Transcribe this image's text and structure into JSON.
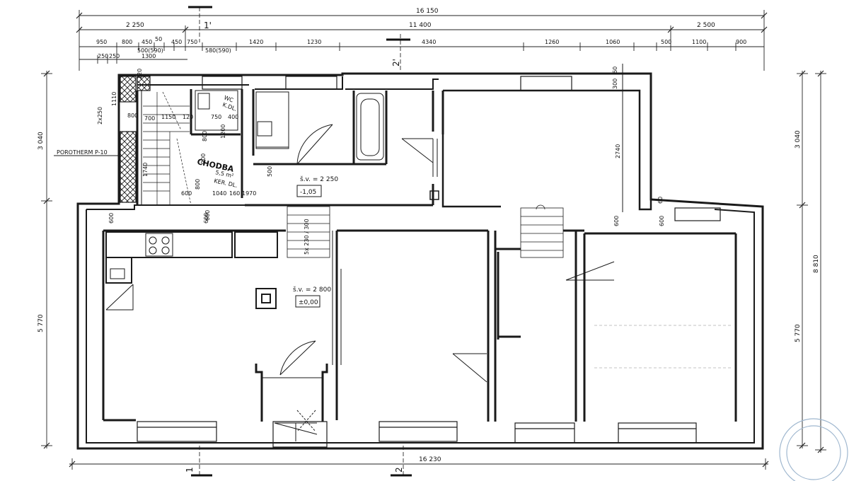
{
  "dimensions": {
    "top_total": "16 150",
    "top_left_group": "2 250",
    "top_middle_group": "11 400",
    "top_right_group": "2 500",
    "top_row3": [
      "950",
      "800",
      "450",
      "50",
      "450",
      "750",
      "1420",
      "1230",
      "4340",
      "1260",
      "1060",
      "500",
      "1100",
      "900"
    ],
    "top_row3_sub": [
      "500(590)",
      "580(590)"
    ],
    "top_row4": [
      "250",
      "250",
      "1300"
    ],
    "bottom_total": "16 230",
    "left_upper": "3 040",
    "left_lower": "5 770",
    "right_upper": "3 040",
    "right_lower": "5 770",
    "right_total": "8 810",
    "interior_2740": "2740",
    "interior_300_60": "300",
    "interior_60": "60",
    "interior_600_left": "600",
    "interior_600_mid": "600",
    "interior_600_right": "600",
    "interior_600_r2": "600",
    "interior_60_r": "60"
  },
  "section_marks": {
    "top_1": "1'",
    "top_2": "2'",
    "bottom_1": "1",
    "bottom_2": "2"
  },
  "labels": {
    "porotherm": "POROTHERM P-10",
    "corridor_name": "CHODBA",
    "corridor_area": "5,5 m²",
    "corridor_floor": "KER. DL.",
    "wc": "WC",
    "wc_sub": "K.DL.",
    "level_upper_sv": "š.v. = 2 250",
    "level_upper": "-1,05",
    "level_main_sv": "š.v. = 2 800",
    "level_main": "±0,00",
    "stair_small": "5x 230 / 300",
    "stair_note_left": "1740",
    "dims_corridor": [
      "1150",
      "120",
      "750",
      "400",
      "800",
      "1200",
      "900",
      "600",
      "800",
      "1040",
      "160",
      "1970",
      "500"
    ],
    "dims_stairs_left": [
      "2x250",
      "1110",
      "800",
      "120",
      "700",
      "600"
    ]
  }
}
